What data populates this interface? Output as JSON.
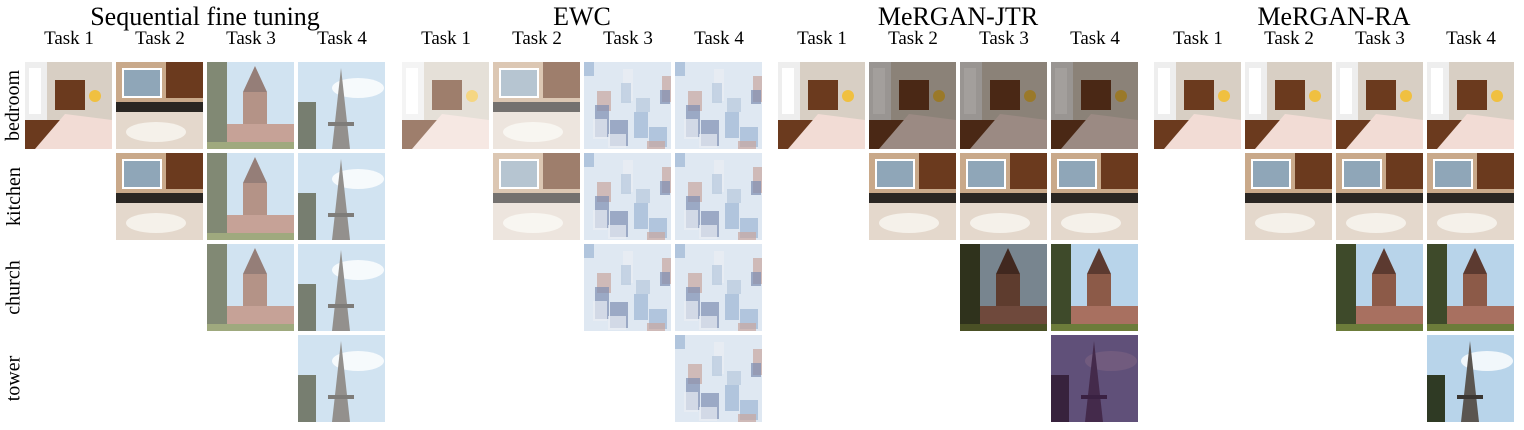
{
  "panels": [
    {
      "title": "Sequential fine tuning",
      "tasks": [
        "Task 1",
        "Task 2",
        "Task 3",
        "Task 4"
      ]
    },
    {
      "title": "EWC",
      "tasks": [
        "Task 1",
        "Task 2",
        "Task 3",
        "Task 4"
      ]
    },
    {
      "title": "MeRGAN-JTR",
      "tasks": [
        "Task 1",
        "Task 2",
        "Task 3",
        "Task 4"
      ]
    },
    {
      "title": "MeRGAN-RA",
      "tasks": [
        "Task 1",
        "Task 2",
        "Task 3",
        "Task 4"
      ]
    }
  ],
  "rows": [
    "bedroom",
    "kitchen",
    "church",
    "tower"
  ],
  "tile_styles": {
    "seq": [
      [
        "bedroom",
        "kitchen",
        "church-blur",
        "tower-blur"
      ],
      [
        null,
        "kitchen",
        "church-blur",
        "tower-blur"
      ],
      [
        null,
        null,
        "church-blur",
        "tower-blur"
      ],
      [
        null,
        null,
        null,
        "tower-blur"
      ]
    ],
    "ewc": [
      [
        "bedroom-blur",
        "kitchen-blur",
        "noise",
        "noise"
      ],
      [
        null,
        "kitchen-blur",
        "noise",
        "noise"
      ],
      [
        null,
        null,
        "noise",
        "noise"
      ],
      [
        null,
        null,
        null,
        "noise"
      ]
    ],
    "jtr": [
      [
        "bedroom",
        "bedroom-dark",
        "bedroom-dark",
        "bedroom-dark"
      ],
      [
        null,
        "kitchen",
        "kitchen",
        "kitchen"
      ],
      [
        null,
        null,
        "church-dark",
        "church"
      ],
      [
        null,
        null,
        null,
        "tower-dusk"
      ]
    ],
    "ra": [
      [
        "bedroom",
        "bedroom",
        "bedroom",
        "bedroom"
      ],
      [
        null,
        "kitchen",
        "kitchen",
        "kitchen"
      ],
      [
        null,
        null,
        "church",
        "church"
      ],
      [
        null,
        null,
        null,
        "tower"
      ]
    ]
  },
  "colors": {
    "wall": "#d8cfc4",
    "wood": "#6b3a1e",
    "bed": "#f2dcd5",
    "lamp": "#f0c040",
    "sky": "#b8d4ea",
    "stone": "#5a5550",
    "grass": "#6c7c3a"
  }
}
